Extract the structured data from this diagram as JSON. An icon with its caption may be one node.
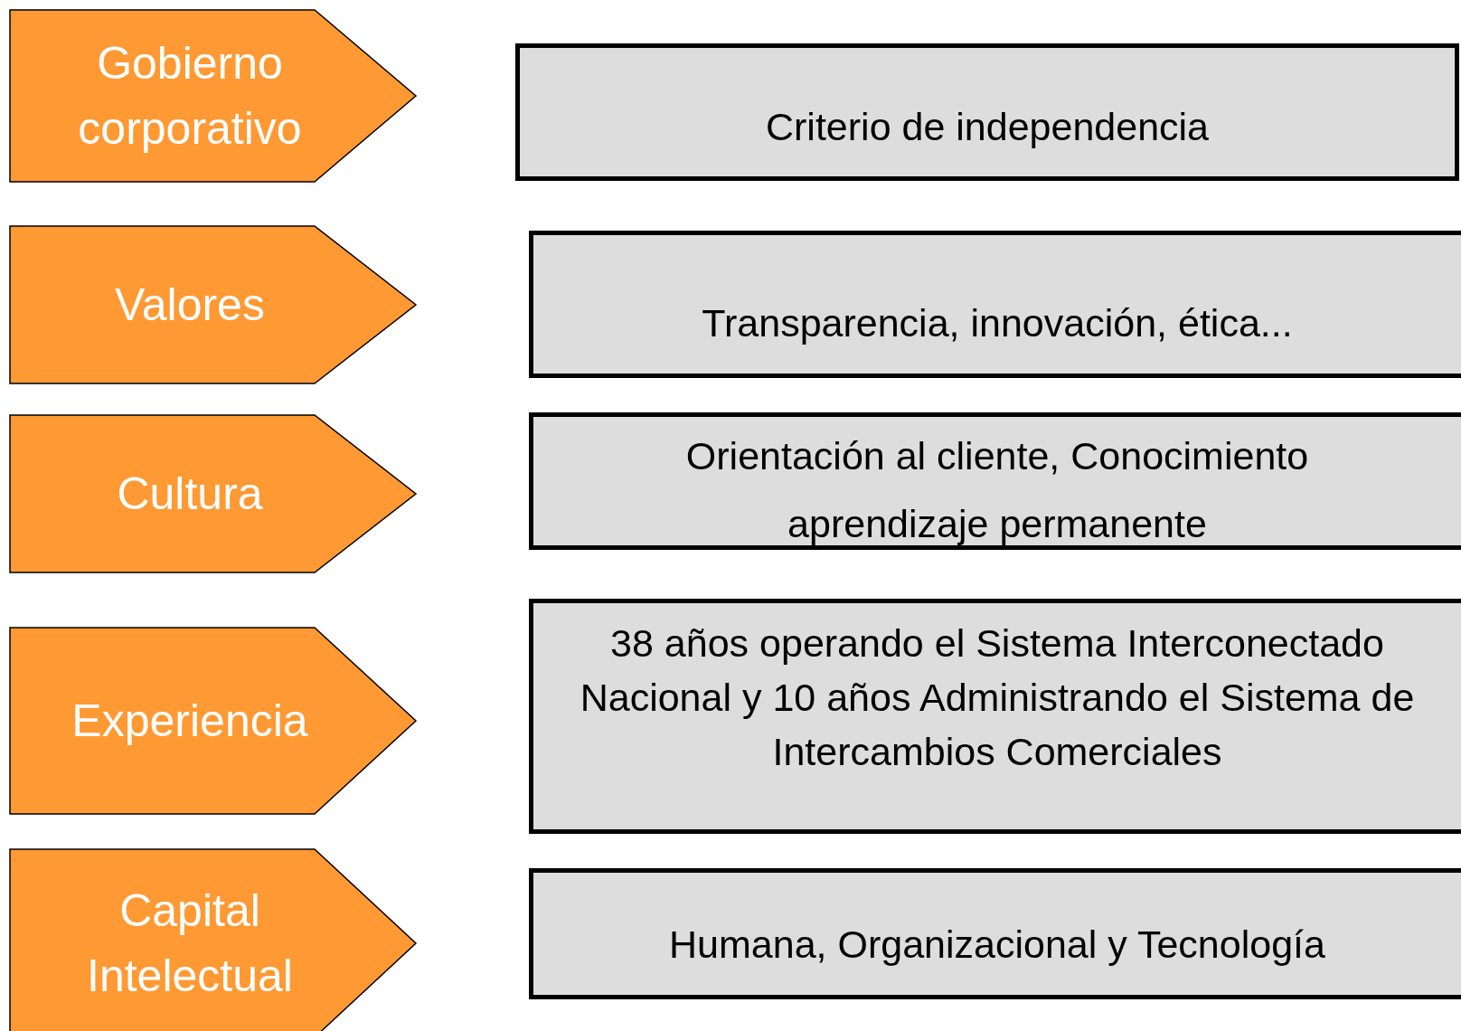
{
  "diagram": {
    "nodes": [
      {
        "text": [
          "Gobierno corporativo"
        ]
      },
      {
        "text": [
          "Valores"
        ]
      },
      {
        "text": [
          "Cultura"
        ]
      },
      {
        "text": [
          "Experiencia"
        ]
      },
      {
        "text": [
          "Capital Intelectual"
        ]
      },
      {
        "text": [
          "Criterio de independencia"
        ]
      },
      {
        "text": [
          "Transparencia, innovación, ética..."
        ]
      },
      {
        "text": [
          "Orientación al cliente, Conocimiento aprendizaje permanente"
        ]
      },
      {
        "text": [
          "38 años operando el Sistema Interconectado Nacional y 10 años Administrando el Sistema de Intercambios Comerciales"
        ]
      },
      {
        "text": [
          "Humana, Organizacional y Tecnología"
        ]
      }
    ]
  }
}
